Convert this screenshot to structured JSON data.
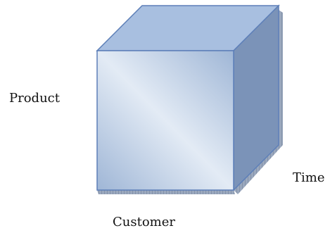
{
  "diagram": {
    "dimensions": {
      "product": "Product",
      "time": "Time",
      "customer": "Customer"
    },
    "colors": {
      "front_light": "#e3ebf5",
      "front_dark": "#9fb6d6",
      "top_face": "#a8bfe0",
      "right_face": "#7b93b8",
      "edge": "#5d7fb8"
    }
  }
}
